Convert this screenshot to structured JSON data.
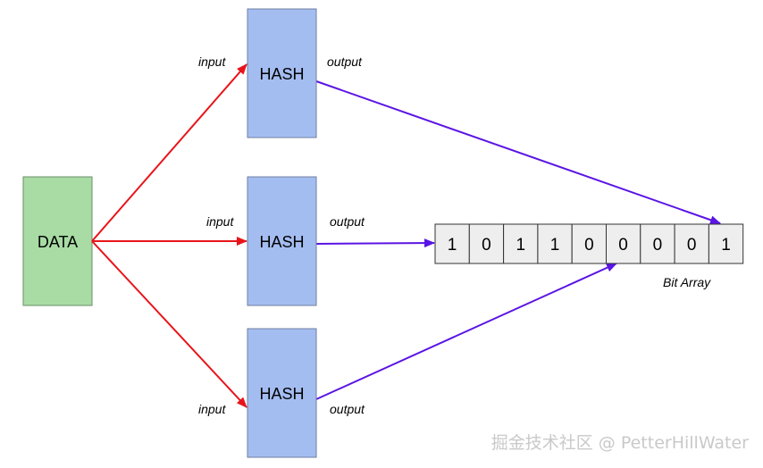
{
  "data_box": {
    "label": "DATA"
  },
  "hash_boxes": [
    {
      "label": "HASH",
      "input_label": "input",
      "output_label": "output"
    },
    {
      "label": "HASH",
      "input_label": "input",
      "output_label": "output"
    },
    {
      "label": "HASH",
      "input_label": "input",
      "output_label": "output"
    }
  ],
  "bit_array": {
    "bits": [
      "1",
      "0",
      "1",
      "1",
      "0",
      "0",
      "0",
      "0",
      "1"
    ],
    "caption": "Bit Array"
  },
  "watermark": "掘金技术社区 @ PetterHillWater",
  "colors": {
    "data_fill": "#a8dca4",
    "data_stroke": "#6b8f68",
    "hash_fill": "#a4bdf1",
    "hash_stroke": "#6f7f9f",
    "bit_fill": "#eeeeee",
    "bit_stroke": "#333333",
    "input_arrow": "#e8141a",
    "output_arrow": "#5a14e4"
  }
}
